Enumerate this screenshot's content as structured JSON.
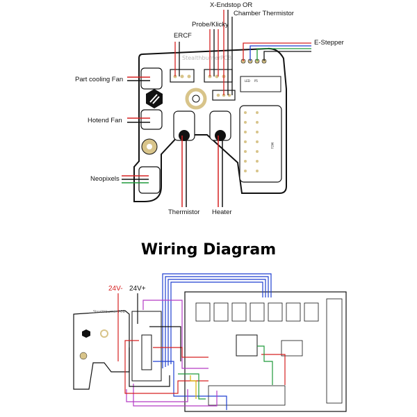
{
  "top_board": {
    "silk_title": "StealthburnerPCB",
    "labels": {
      "x_endstop": "X-Endstop OR",
      "chamber_thermistor": "Chamber Thermistor",
      "probe": "Probe/Klicky",
      "ercf": "ERCF",
      "e_stepper": "E-Stepper",
      "part_fan": "Part cooling Fan",
      "hotend_fan": "Hotend Fan",
      "neopixels": "Neopixels",
      "thermistor": "Thermistor",
      "heater": "Heater",
      "mcu": "MCU"
    }
  },
  "diagram_title": "Wiring Diagram",
  "bottom": {
    "v_minus": "24V-",
    "v_plus": "24V+",
    "mini_silk": "Stealthburner PCB"
  },
  "colors": {
    "red": "#d62020",
    "black": "#111111",
    "blue": "#1f3fd0",
    "green": "#1f9a3a",
    "yellow": "#d9b400",
    "purple": "#b43bc4",
    "pad": "#d8c48a"
  }
}
